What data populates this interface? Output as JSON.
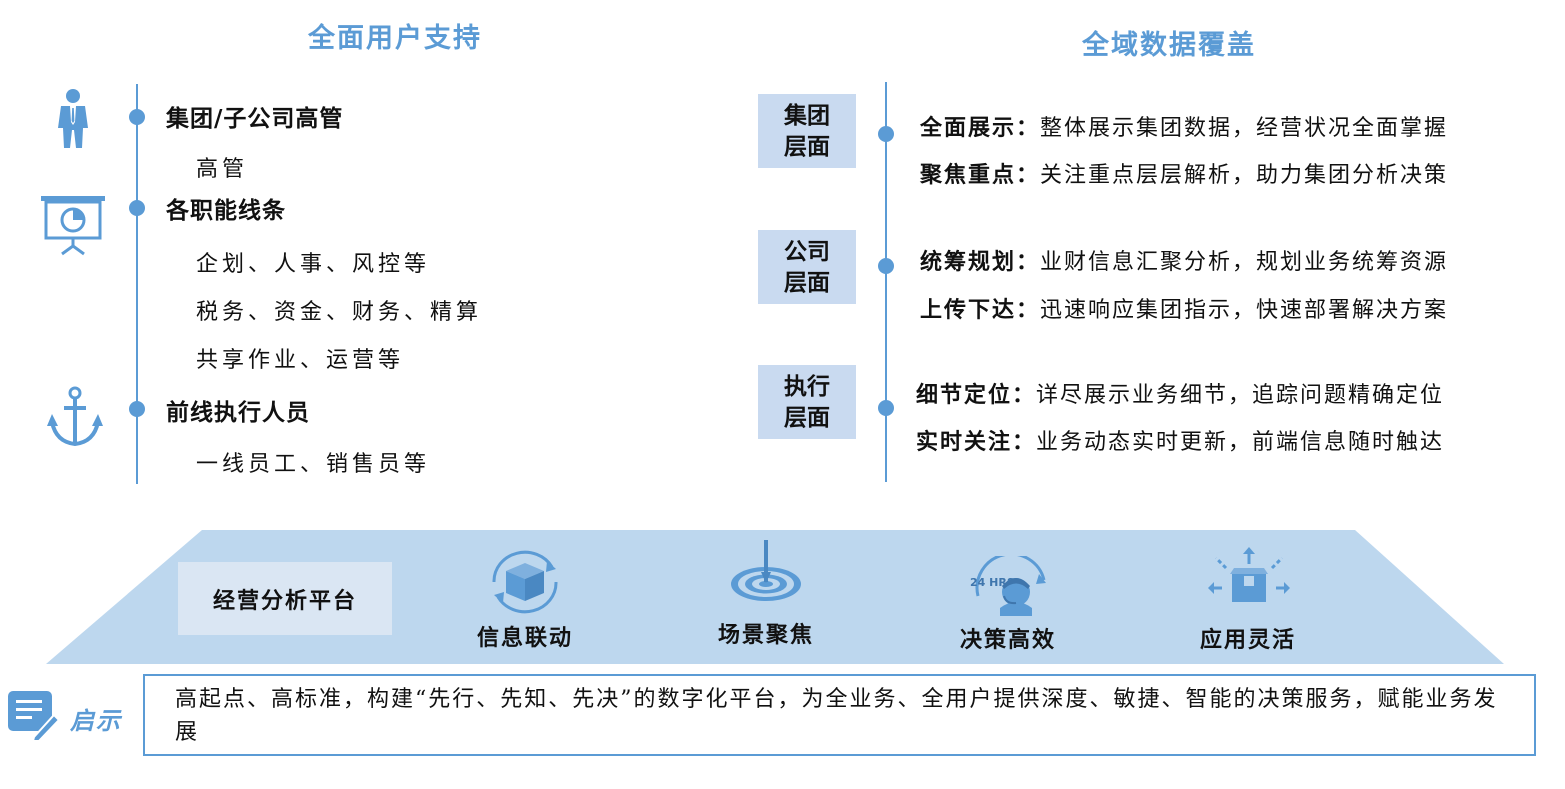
{
  "left_panel": {
    "title": "全面用户支持",
    "groups": [
      {
        "head": "集团/子公司高管",
        "icon": "businessman-icon",
        "items": [
          "高管"
        ]
      },
      {
        "head": "各职能线条",
        "icon": "presentation-board-icon",
        "items": [
          "企划、人事、风控等",
          "税务、资金、财务、精算",
          "共享作业、运营等"
        ]
      },
      {
        "head": "前线执行人员",
        "icon": "anchor-icon",
        "items": [
          "一线员工、销售员等"
        ]
      }
    ]
  },
  "right_panel": {
    "title": "全域数据覆盖",
    "levels": [
      {
        "label_top": "集团",
        "label_bottom": "层面",
        "lines": [
          {
            "key": "全面展示：",
            "value": "整体展示集团数据，经营状况全面掌握"
          },
          {
            "key": "聚焦重点：",
            "value": "关注重点层层解析，助力集团分析决策"
          }
        ]
      },
      {
        "label_top": "公司",
        "label_bottom": "层面",
        "lines": [
          {
            "key": "统筹规划：",
            "value": "业财信息汇聚分析，规划业务统筹资源"
          },
          {
            "key": "上传下达：",
            "value": "迅速响应集团指示，快速部署解决方案"
          }
        ]
      },
      {
        "label_top": "执行",
        "label_bottom": "层面",
        "lines": [
          {
            "key": "细节定位：",
            "value": "详尽展示业务细节，追踪问题精确定位"
          },
          {
            "key": "实时关注：",
            "value": "业务动态实时更新，前端信息随时触达"
          }
        ]
      }
    ]
  },
  "platform": {
    "label": "经营分析平台",
    "features": [
      {
        "label": "信息联动",
        "icon": "cube-sync-icon"
      },
      {
        "label": "场景聚焦",
        "icon": "target-icon"
      },
      {
        "label": "决策高效",
        "icon": "support-24hrs-icon",
        "icon_text": "24 HRS"
      },
      {
        "label": "应用灵活",
        "icon": "box-expand-icon"
      }
    ]
  },
  "insight": {
    "label": "启示",
    "icon": "note-edit-icon",
    "text": "高起点、高标准，构建“先行、先知、先决”的数字化平台，为全业务、全用户提供深度、敏捷、智能的决策服务，赋能业务发展"
  },
  "colors": {
    "accent": "#5b9bd5",
    "panel": "#bdd7ee",
    "box": "#c9daf0"
  }
}
